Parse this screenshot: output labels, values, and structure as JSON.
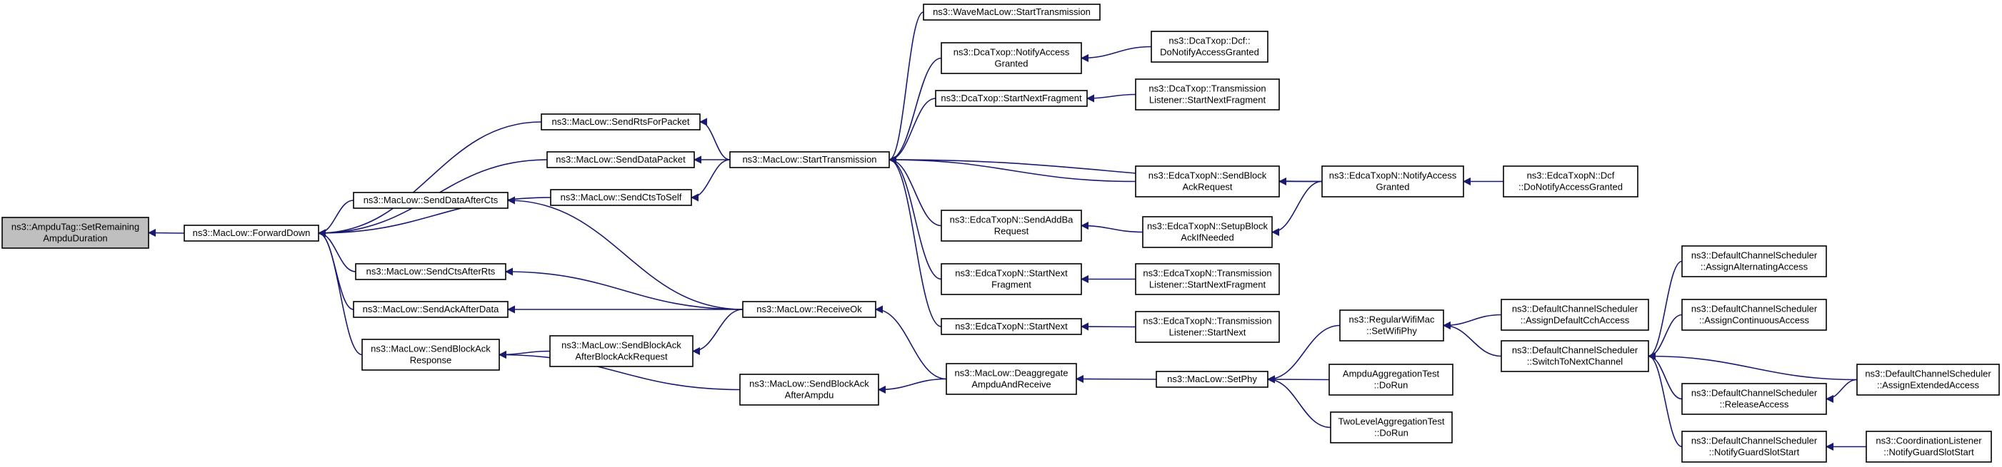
{
  "colors": {
    "edge": "#191970",
    "root_fill": "#bfbfbf",
    "node_fill": "#ffffff",
    "border": "#000000"
  },
  "nodes": [
    {
      "id": "n0",
      "lines": [
        "ns3::AmpduTag::SetRemaining",
        "AmpduDuration"
      ],
      "root": true
    },
    {
      "id": "n1",
      "lines": [
        "ns3::MacLow::ForwardDown"
      ]
    },
    {
      "id": "n2",
      "lines": [
        "ns3::MacLow::SendRtsForPacket"
      ]
    },
    {
      "id": "n3",
      "lines": [
        "ns3::MacLow::SendDataPacket"
      ]
    },
    {
      "id": "n4",
      "lines": [
        "ns3::MacLow::SendCtsToSelf"
      ]
    },
    {
      "id": "n5",
      "lines": [
        "ns3::MacLow::SendDataAfterCts"
      ]
    },
    {
      "id": "n6",
      "lines": [
        "ns3::MacLow::SendCtsAfterRts"
      ]
    },
    {
      "id": "n7",
      "lines": [
        "ns3::MacLow::SendAckAfterData"
      ]
    },
    {
      "id": "n8",
      "lines": [
        "ns3::MacLow::SendBlockAck",
        "Response"
      ]
    },
    {
      "id": "n9",
      "lines": [
        "ns3::MacLow::StartTransmission"
      ]
    },
    {
      "id": "n10",
      "lines": [
        "ns3::MacLow::SendBlockAck",
        "AfterBlockAckRequest"
      ]
    },
    {
      "id": "n11",
      "lines": [
        "ns3::MacLow::ReceiveOk"
      ]
    },
    {
      "id": "n12",
      "lines": [
        "ns3::MacLow::SendBlockAck",
        "AfterAmpdu"
      ]
    },
    {
      "id": "n13",
      "lines": [
        "ns3::WaveMacLow::StartTransmission"
      ]
    },
    {
      "id": "n14",
      "lines": [
        "ns3::DcaTxop::NotifyAccess",
        "Granted"
      ]
    },
    {
      "id": "n15",
      "lines": [
        "ns3::DcaTxop::StartNextFragment"
      ]
    },
    {
      "id": "n16",
      "lines": [
        "ns3::EdcaTxopN::SendAddBa",
        "Request"
      ]
    },
    {
      "id": "n17",
      "lines": [
        "ns3::EdcaTxopN::StartNext",
        "Fragment"
      ]
    },
    {
      "id": "n18",
      "lines": [
        "ns3::EdcaTxopN::StartNext"
      ]
    },
    {
      "id": "n19",
      "lines": [
        "ns3::MacLow::Deaggregate",
        "AmpduAndReceive"
      ]
    },
    {
      "id": "n20",
      "lines": [
        "ns3::DcaTxop::Dcf::",
        "DoNotifyAccessGranted"
      ]
    },
    {
      "id": "n21",
      "lines": [
        "ns3::DcaTxop::Transmission",
        "Listener::StartNextFragment"
      ]
    },
    {
      "id": "n22",
      "lines": [
        "ns3::EdcaTxopN::SendBlock",
        "AckRequest"
      ]
    },
    {
      "id": "n23",
      "lines": [
        "ns3::EdcaTxopN::SetupBlock",
        "AckIfNeeded"
      ]
    },
    {
      "id": "n24",
      "lines": [
        "ns3::EdcaTxopN::Transmission",
        "Listener::StartNextFragment"
      ]
    },
    {
      "id": "n25",
      "lines": [
        "ns3::EdcaTxopN::Transmission",
        "Listener::StartNext"
      ]
    },
    {
      "id": "n26",
      "lines": [
        "ns3::MacLow::SetPhy"
      ]
    },
    {
      "id": "n27",
      "lines": [
        "ns3::EdcaTxopN::NotifyAccess",
        "Granted"
      ]
    },
    {
      "id": "n28",
      "lines": [
        "ns3::EdcaTxopN::Dcf",
        "::DoNotifyAccessGranted"
      ]
    },
    {
      "id": "n29",
      "lines": [
        "ns3::RegularWifiMac",
        "::SetWifiPhy"
      ]
    },
    {
      "id": "n30",
      "lines": [
        "AmpduAggregationTest",
        "::DoRun"
      ]
    },
    {
      "id": "n31",
      "lines": [
        "TwoLevelAggregationTest",
        "::DoRun"
      ]
    },
    {
      "id": "n32",
      "lines": [
        "ns3::DefaultChannelScheduler",
        "::AssignDefaultCchAccess"
      ]
    },
    {
      "id": "n33",
      "lines": [
        "ns3::DefaultChannelScheduler",
        "::SwitchToNextChannel"
      ]
    },
    {
      "id": "n34",
      "lines": [
        "ns3::DefaultChannelScheduler",
        "::AssignAlternatingAccess"
      ]
    },
    {
      "id": "n35",
      "lines": [
        "ns3::DefaultChannelScheduler",
        "::AssignContinuousAccess"
      ]
    },
    {
      "id": "n36",
      "lines": [
        "ns3::DefaultChannelScheduler",
        "::ReleaseAccess"
      ]
    },
    {
      "id": "n37",
      "lines": [
        "ns3::DefaultChannelScheduler",
        "::NotifyGuardSlotStart"
      ]
    },
    {
      "id": "n38",
      "lines": [
        "ns3::DefaultChannelScheduler",
        "::AssignExtendedAccess"
      ]
    },
    {
      "id": "n39",
      "lines": [
        "ns3::CoordinationListener",
        "::NotifyGuardSlotStart"
      ]
    }
  ],
  "edges": [
    [
      "n1",
      "n0"
    ],
    [
      "n2",
      "n1"
    ],
    [
      "n3",
      "n1"
    ],
    [
      "n4",
      "n1"
    ],
    [
      "n5",
      "n1"
    ],
    [
      "n6",
      "n1"
    ],
    [
      "n7",
      "n1"
    ],
    [
      "n8",
      "n1"
    ],
    [
      "n9",
      "n2"
    ],
    [
      "n9",
      "n3"
    ],
    [
      "n9",
      "n4"
    ],
    [
      "n11",
      "n5"
    ],
    [
      "n11",
      "n6"
    ],
    [
      "n11",
      "n7"
    ],
    [
      "n10",
      "n8"
    ],
    [
      "n12",
      "n8"
    ],
    [
      "n11",
      "n10"
    ],
    [
      "n19",
      "n11"
    ],
    [
      "n19",
      "n12"
    ],
    [
      "n13",
      "n9"
    ],
    [
      "n14",
      "n9"
    ],
    [
      "n15",
      "n9"
    ],
    [
      "n16",
      "n9"
    ],
    [
      "n17",
      "n9"
    ],
    [
      "n18",
      "n9"
    ],
    [
      "n22",
      "n9"
    ],
    [
      "n27",
      "n9"
    ],
    [
      "n20",
      "n14"
    ],
    [
      "n21",
      "n15"
    ],
    [
      "n23",
      "n16"
    ],
    [
      "n24",
      "n17"
    ],
    [
      "n25",
      "n18"
    ],
    [
      "n26",
      "n19"
    ],
    [
      "n27",
      "n22"
    ],
    [
      "n27",
      "n23"
    ],
    [
      "n28",
      "n27"
    ],
    [
      "n29",
      "n26"
    ],
    [
      "n30",
      "n26"
    ],
    [
      "n31",
      "n26"
    ],
    [
      "n32",
      "n29"
    ],
    [
      "n33",
      "n29"
    ],
    [
      "n34",
      "n33"
    ],
    [
      "n35",
      "n33"
    ],
    [
      "n36",
      "n33"
    ],
    [
      "n37",
      "n33"
    ],
    [
      "n38",
      "n33"
    ],
    [
      "n38",
      "n36"
    ],
    [
      "n39",
      "n37"
    ]
  ]
}
